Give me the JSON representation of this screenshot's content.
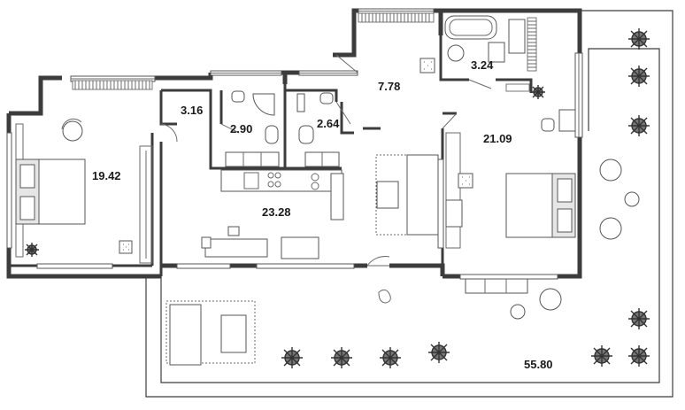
{
  "plan": {
    "rooms": [
      {
        "id": "bedroom-left",
        "area": "19.42"
      },
      {
        "id": "closet",
        "area": "3.16"
      },
      {
        "id": "bathroom-1",
        "area": "2.90"
      },
      {
        "id": "bathroom-2",
        "area": "2.64"
      },
      {
        "id": "hall",
        "area": "7.78"
      },
      {
        "id": "bathroom-3",
        "area": "3.24"
      },
      {
        "id": "bedroom-right",
        "area": "21.09"
      },
      {
        "id": "kitchen-living",
        "area": "23.28"
      },
      {
        "id": "terrace",
        "area": "55.80"
      }
    ],
    "colors": {
      "wall": "#4a4a4a",
      "line": "#3c3c3c",
      "furniture": "#555555",
      "background": "#ffffff"
    }
  }
}
